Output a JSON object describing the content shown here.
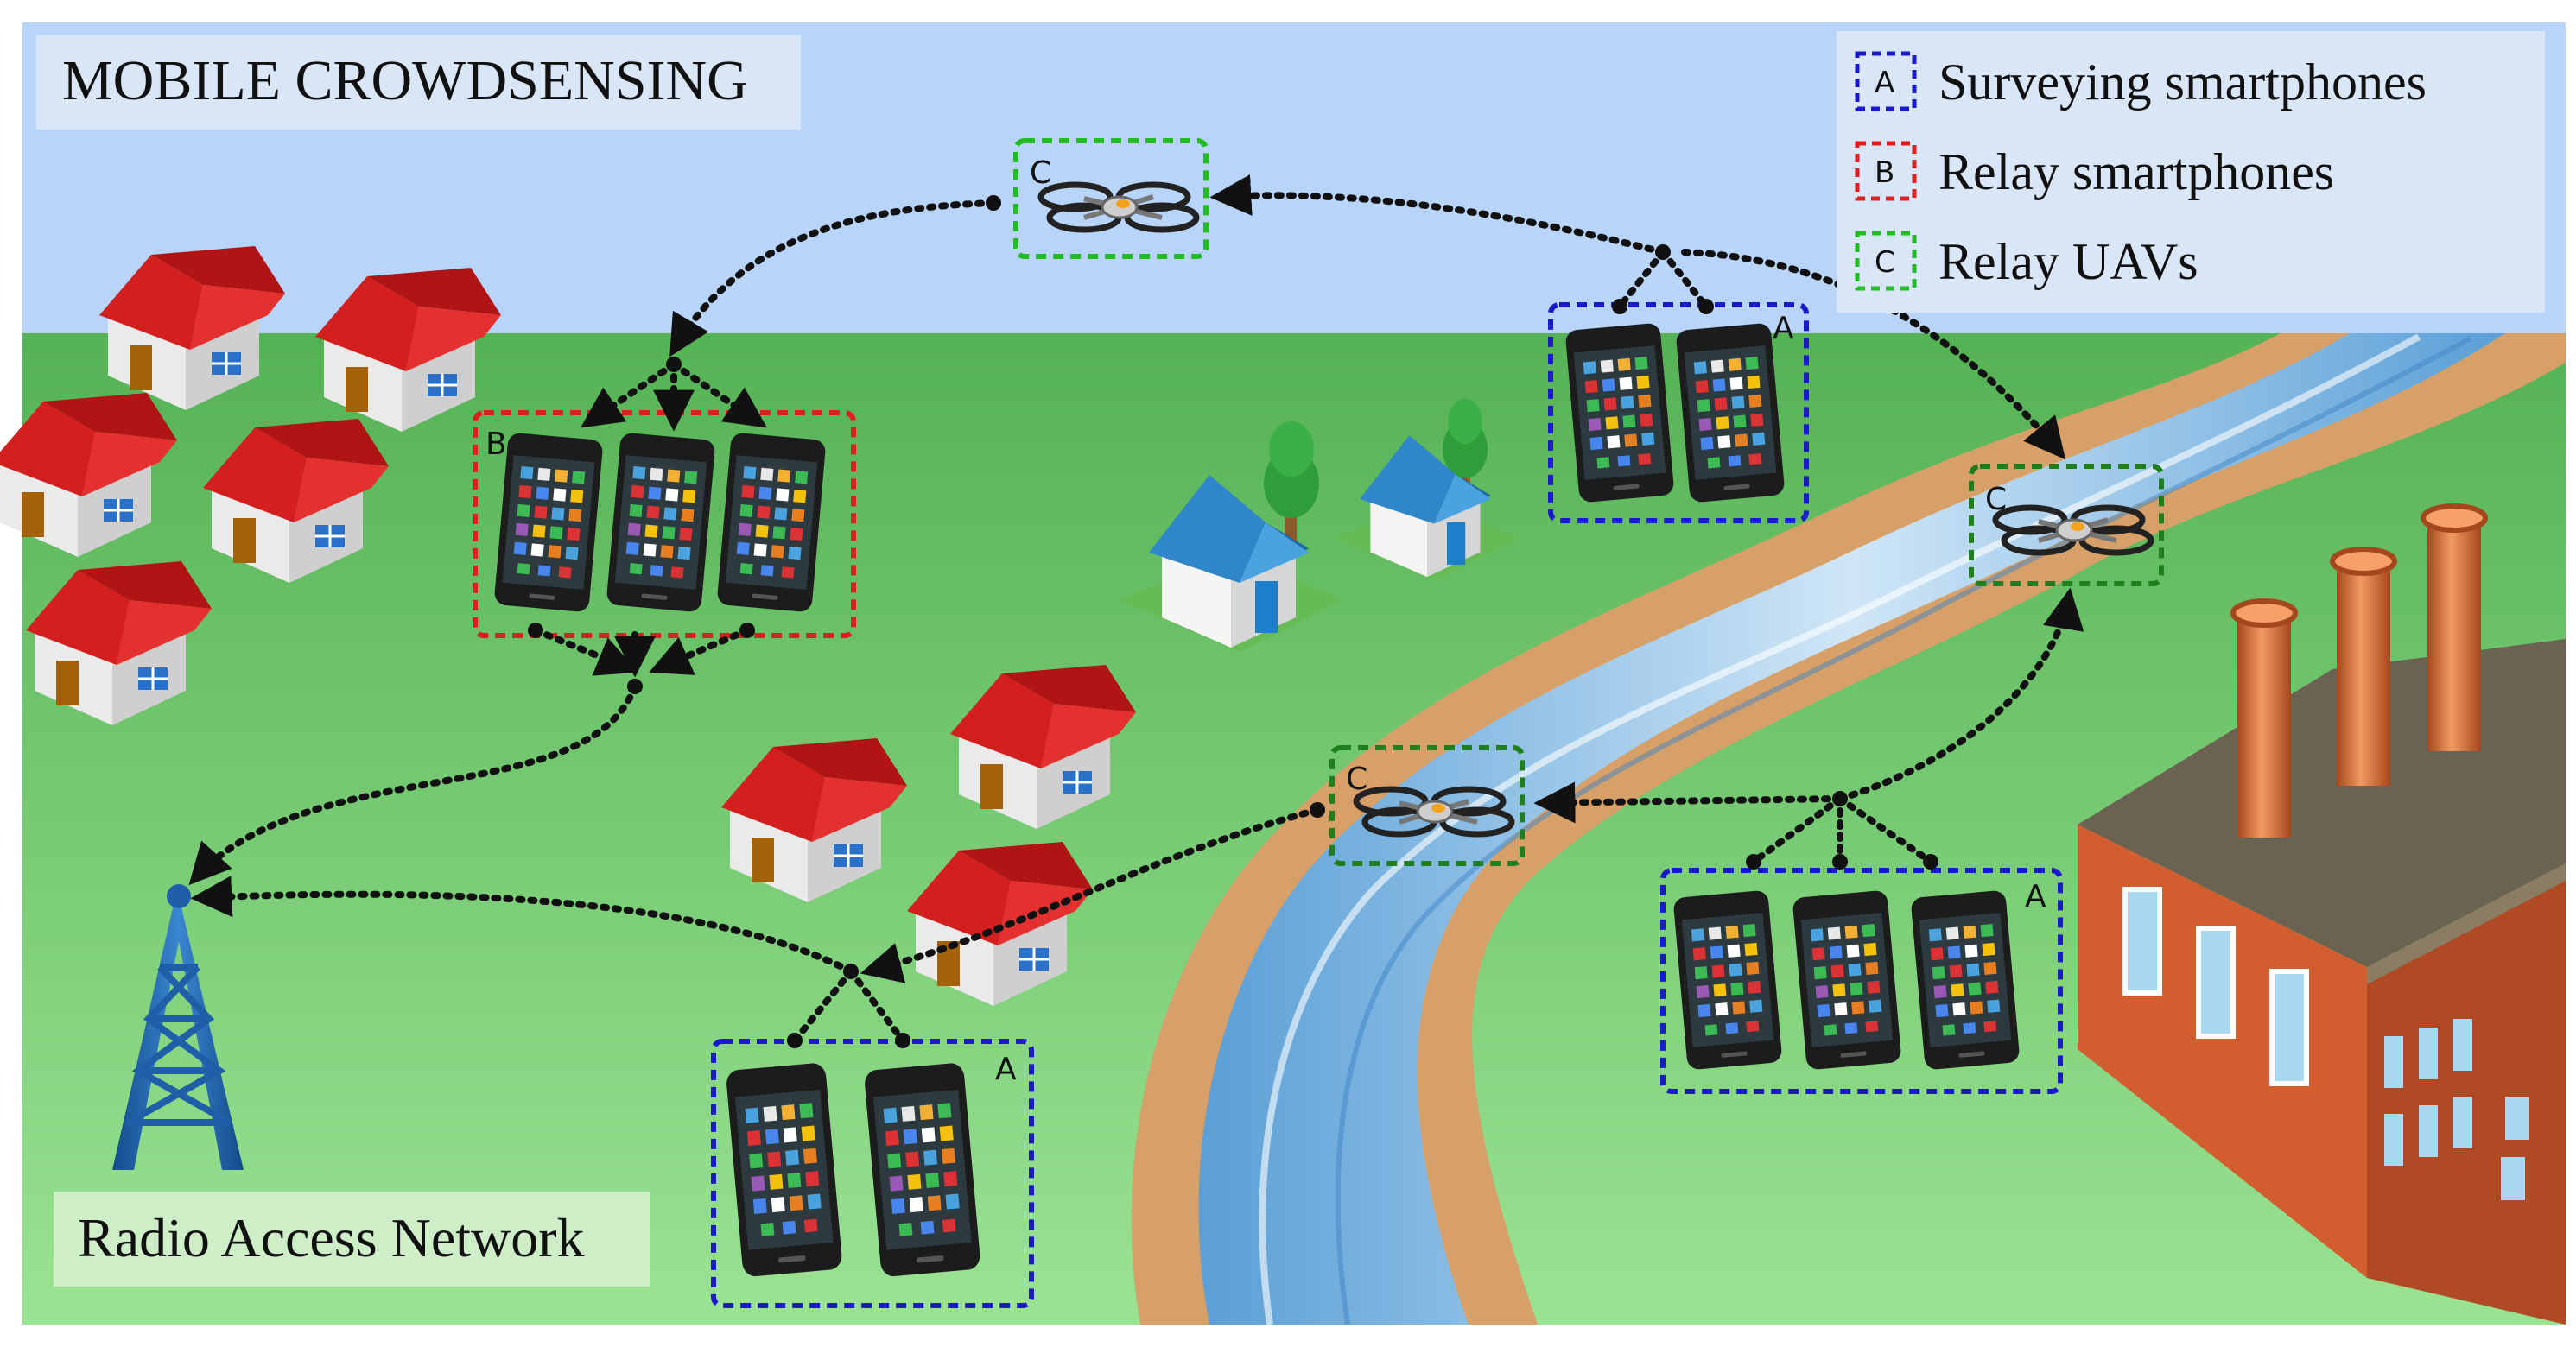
{
  "title": "MOBILE CROWDSENSING",
  "footer_label": "Radio Access Network",
  "legend": [
    {
      "letter": "A",
      "label": "Surveying smartphones",
      "color": "#1a1acc"
    },
    {
      "letter": "B",
      "label": "Relay smartphones",
      "color": "#dd1f1f"
    },
    {
      "letter": "C",
      "label": "Relay UAVs",
      "color": "#22bb22"
    }
  ],
  "group_letters": {
    "surveying": "A",
    "relay_phones": "B",
    "uav": "C"
  },
  "colors": {
    "sky": "#b8d4f8",
    "grass_top": "#5cb65c",
    "grass_bottom": "#95e08e",
    "river_bank": "#d9a36a",
    "river_water": "#6aa8d8",
    "roof_red": "#d51f1f",
    "roof_blue": "#2f86c9",
    "factory_brick": "#d25d2f",
    "tower_blue": "#1f5fa8",
    "uav_group": "#1f7f1f"
  }
}
